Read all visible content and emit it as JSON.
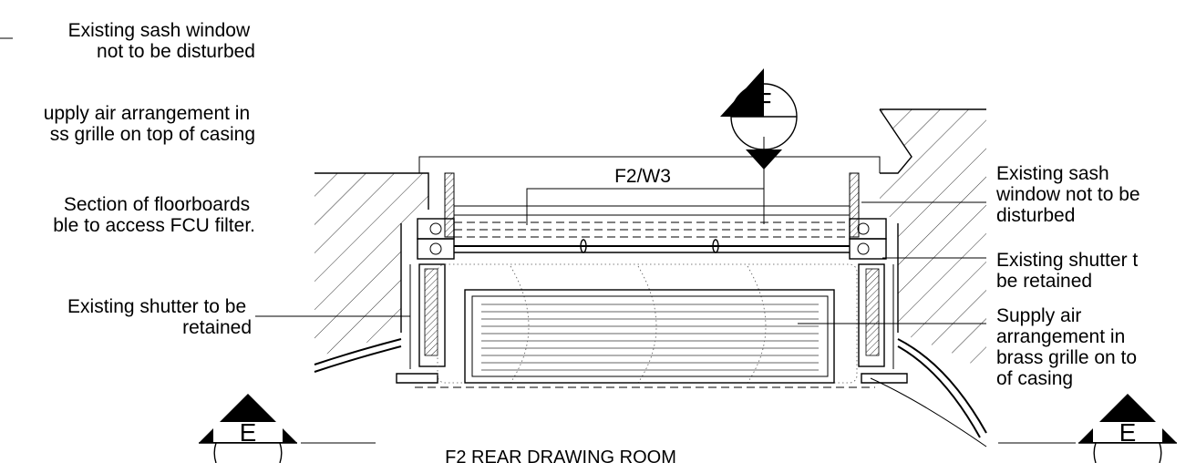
{
  "labels": {
    "left_sash": [
      "Existing sash window",
      "not to be disturbed"
    ],
    "left_supply": [
      "upply air arrangement in",
      "ss grille on top of casing"
    ],
    "left_floorboards": [
      "Section of floorboards",
      "ble to access FCU filter."
    ],
    "left_shutter": [
      "Existing shutter to be",
      "retained"
    ],
    "right_sash": [
      "Existing sash",
      "window not to be",
      "disturbed"
    ],
    "right_shutter": [
      "Existing shutter t",
      "be retained"
    ],
    "right_supply": [
      "Supply air",
      "arrangement in",
      "brass grille on to",
      "of casing"
    ]
  },
  "window_ref": "F2/W3",
  "room_title": "F2 REAR DRAWING ROOM",
  "markers": {
    "section_top": "F",
    "section_left": "E",
    "section_right": "E"
  }
}
